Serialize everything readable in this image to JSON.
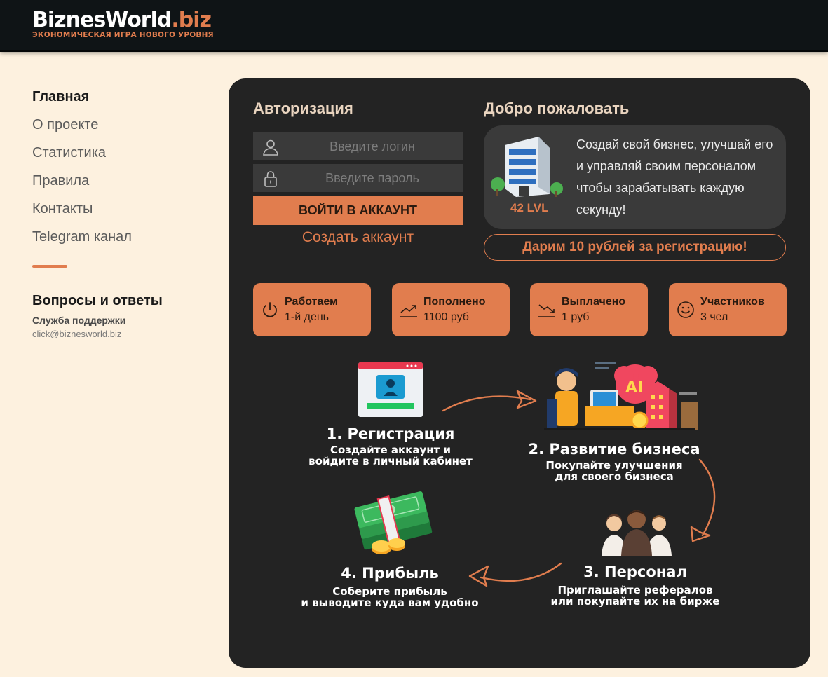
{
  "header": {
    "logo_main": "BiznesWorld",
    "logo_tld": ".biz",
    "logo_tagline": "ЭКОНОМИЧЕСКАЯ ИГРА НОВОГО УРОВНЯ"
  },
  "sidebar": {
    "items": [
      {
        "label": "Главная",
        "active": true
      },
      {
        "label": "О проекте"
      },
      {
        "label": "Статистика"
      },
      {
        "label": "Правила"
      },
      {
        "label": "Контакты"
      },
      {
        "label": "Telegram канал"
      }
    ],
    "faq_title": "Вопросы и ответы",
    "support_label": "Служба поддержки",
    "support_email": "click@biznesworld.biz"
  },
  "auth": {
    "title": "Авторизация",
    "login_placeholder": "Введите логин",
    "password_placeholder": "Введите пароль",
    "login_button": "ВОЙТИ В АККАУНТ",
    "create_account": "Создать аккаунт"
  },
  "welcome": {
    "title": "Добро пожаловать",
    "text": "Создай свой бизнес, улучшай его и управляй своим персоналом чтобы зарабатывать каждую секунду!",
    "level": "42 LVL",
    "gift": "Дарим 10 рублей за регистрацию!"
  },
  "stats": [
    {
      "title": "Работаем",
      "value": "1-й день",
      "icon": "power-icon"
    },
    {
      "title": "Пополнено",
      "value": "1100 руб",
      "icon": "trend-up-icon"
    },
    {
      "title": "Выплачено",
      "value": "1 руб",
      "icon": "trend-down-icon"
    },
    {
      "title": "Участников",
      "value": "3 чел",
      "icon": "smile-icon"
    }
  ],
  "steps": [
    {
      "title": "1. Регистрация",
      "desc1": "Создайте аккаунт и",
      "desc2": "войдите в личный кабинет"
    },
    {
      "title": "2. Развитие бизнеса",
      "desc1": "Покупайте улучшения",
      "desc2": "для своего бизнеса"
    },
    {
      "title": "3. Персонал",
      "desc1": "Приглашайте рефералов",
      "desc2": "или покупайте их на бирже"
    },
    {
      "title": "4. Прибыль",
      "desc1": "Соберите прибыль",
      "desc2": "и выводите куда вам удобно"
    }
  ],
  "colors": {
    "accent": "#e17d4e",
    "panel": "#232323",
    "background": "#fdf1df",
    "header": "#0f1416"
  }
}
